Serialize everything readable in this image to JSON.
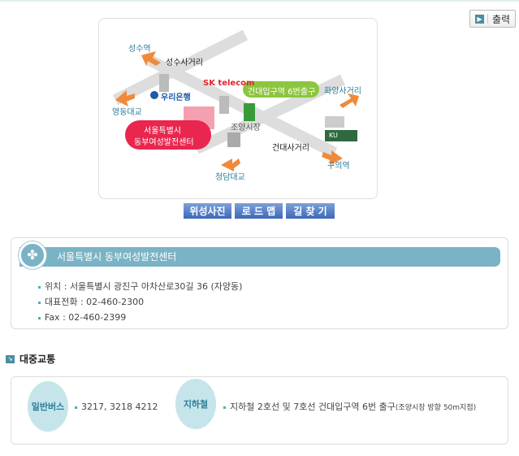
{
  "print_button": {
    "label": "출력",
    "icon": "print-arrow-icon"
  },
  "map": {
    "labels": {
      "seongsu_station": "성수역",
      "seongsu_intersection": "성수사거리",
      "sk_logo": "SK telecom",
      "woori_bank": "우리은행",
      "exit_bubble": "건대입구역 6번출구",
      "hwayang": "화양사거리",
      "yeongdong": "영동대교",
      "center_bubble_line1": "서울특별시",
      "center_bubble_line2": "동부여성발전센터",
      "joyang_market": "조양시장",
      "kondae_intersection": "건대사거리",
      "ku_logo": "KU",
      "guui_station": "구의역",
      "cheongdam": "청담대교"
    }
  },
  "map_buttons": [
    "위성사진",
    "로 드 맵",
    "길 찾 기"
  ],
  "info": {
    "title": "서울특별시 동부여성발전센터",
    "items": [
      "위치 : 서울특별시 광진구 아차산로30길 36 (자양동)",
      "대표전화 : 02-460-2300",
      "Fax : 02-460-2399"
    ]
  },
  "transit": {
    "title": "대중교통",
    "bus_label": "일반버스",
    "bus_text": "3217, 3218 4212",
    "subway_label": "지하철",
    "subway_text": "지하철 2호선 및 7호선 건대입구역 6번 출구",
    "subway_note": "(조양시장 방향 50m지점)"
  }
}
